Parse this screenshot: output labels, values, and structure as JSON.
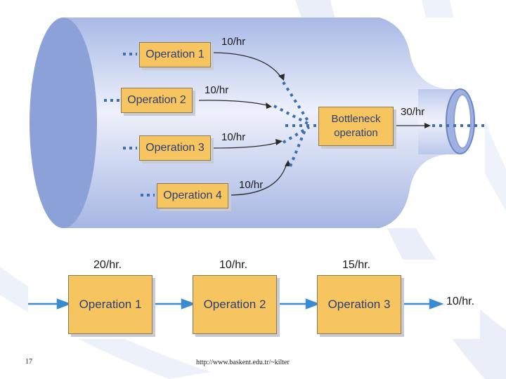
{
  "top_diagram": {
    "operations": [
      {
        "label": "Operation 1",
        "rate": "10/hr"
      },
      {
        "label": "Operation 2",
        "rate": "10/hr"
      },
      {
        "label": "Operation 3",
        "rate": "10/hr"
      },
      {
        "label": "Operation 4",
        "rate": "10/hr"
      }
    ],
    "bottleneck": {
      "label_line1": "Bottleneck",
      "label_line2": "operation",
      "rate": "30/hr"
    }
  },
  "bottom_diagram": {
    "operations": [
      {
        "label": "Operation 1",
        "rate": "20/hr."
      },
      {
        "label": "Operation 2",
        "rate": "10/hr."
      },
      {
        "label": "Operation 3",
        "rate": "15/hr."
      }
    ],
    "output_rate": "10/hr."
  },
  "footer": {
    "page_number": "17",
    "url": "http://www.baskent.edu.tr/~kilter"
  },
  "colors": {
    "box_fill": "#f7c560",
    "box_text": "#2c3e75",
    "dots": "#3a6fb0",
    "arrow_blue": "#3a8bd0",
    "bottle": "#aebde6"
  }
}
